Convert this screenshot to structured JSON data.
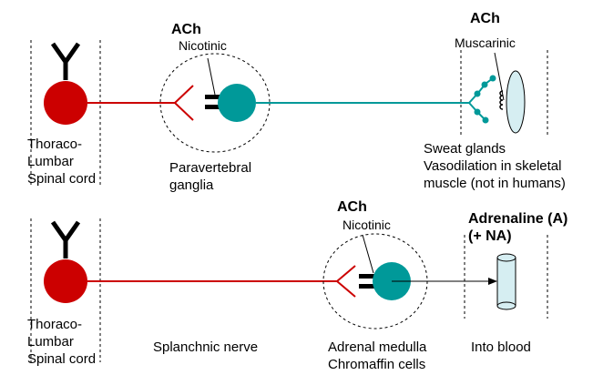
{
  "pathways": [
    {
      "origin": {
        "line1": "Thoraco-",
        "line2": "Lumbar",
        "line3": "Spinal cord"
      },
      "transmitter_ganglion": "ACh",
      "receptor_ganglion": "Nicotinic",
      "ganglion": {
        "line1": "Paravertebral",
        "line2": "ganglia"
      },
      "transmitter_target": "ACh",
      "receptor_target": "Muscarinic",
      "target": {
        "line1": "Sweat glands",
        "line2": "Vasodilation in skeletal",
        "line3": "muscle (not in humans)"
      }
    },
    {
      "origin": {
        "line1": "Thoraco-",
        "line2": "Lumbar",
        "line3": "Spinal cord"
      },
      "nerve": "Splanchnic nerve",
      "transmitter_ganglion": "ACh",
      "receptor_ganglion": "Nicotinic",
      "ganglion": {
        "line1": "Adrenal medulla",
        "line2": "Chromaffin cells"
      },
      "hormone": {
        "line1": "Adrenaline (A)",
        "line2": "(+ NA)"
      },
      "target": {
        "line1": "Into blood"
      }
    }
  ],
  "colors": {
    "preganglionic": "#cc0000",
    "postganglionic": "#009999",
    "cell_red": "#cc0000",
    "cell_teal": "#009999",
    "target_fill": "#d6eef2"
  }
}
